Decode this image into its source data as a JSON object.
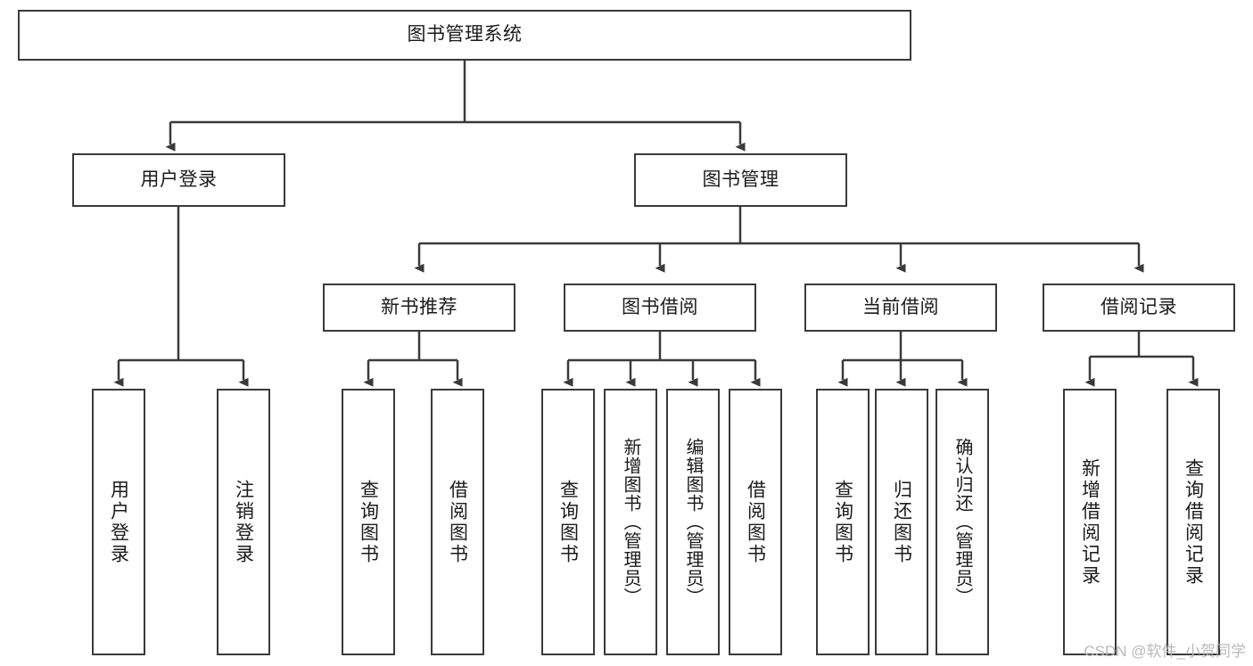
{
  "diagram": {
    "type": "tree-hierarchy-chart",
    "title": "图书管理系统",
    "stroke_color": "#3a3a3a",
    "background_color": "#ffffff",
    "text_color": "#1b1b1b",
    "levels": [
      {
        "level": 1,
        "nodes": [
          {
            "id": "root",
            "label": "图书管理系统",
            "orientation": "horizontal"
          }
        ]
      },
      {
        "level": 2,
        "nodes": [
          {
            "id": "login",
            "label": "用户登录",
            "orientation": "horizontal",
            "parent": "root"
          },
          {
            "id": "bookmgmt",
            "label": "图书管理",
            "orientation": "horizontal",
            "parent": "root"
          }
        ]
      },
      {
        "level": 3,
        "nodes": [
          {
            "id": "newbook",
            "label": "新书推荐",
            "orientation": "horizontal",
            "parent": "bookmgmt"
          },
          {
            "id": "borrow",
            "label": "图书借阅",
            "orientation": "horizontal",
            "parent": "bookmgmt"
          },
          {
            "id": "current",
            "label": "当前借阅",
            "orientation": "horizontal",
            "parent": "bookmgmt"
          },
          {
            "id": "records",
            "label": "借阅记录",
            "orientation": "horizontal",
            "parent": "bookmgmt"
          }
        ]
      },
      {
        "level": 4,
        "nodes": [
          {
            "id": "leaf-1",
            "label": "用户登录",
            "orientation": "vertical",
            "parent": "login"
          },
          {
            "id": "leaf-2",
            "label": "注销登录",
            "orientation": "vertical",
            "parent": "login"
          },
          {
            "id": "leaf-3",
            "label": "查询图书",
            "orientation": "vertical",
            "parent": "newbook"
          },
          {
            "id": "leaf-4",
            "label": "借阅图书",
            "orientation": "vertical",
            "parent": "newbook"
          },
          {
            "id": "leaf-5",
            "label": "查询图书",
            "orientation": "vertical",
            "parent": "borrow"
          },
          {
            "id": "leaf-6",
            "label": "新增图书（管理员）",
            "orientation": "vertical",
            "parent": "borrow"
          },
          {
            "id": "leaf-7",
            "label": "编辑图书（管理员）",
            "orientation": "vertical",
            "parent": "borrow"
          },
          {
            "id": "leaf-8",
            "label": "借阅图书",
            "orientation": "vertical",
            "parent": "borrow"
          },
          {
            "id": "leaf-9",
            "label": "查询图书",
            "orientation": "vertical",
            "parent": "current"
          },
          {
            "id": "leaf-10",
            "label": "归还图书",
            "orientation": "vertical",
            "parent": "current"
          },
          {
            "id": "leaf-11",
            "label": "确认归还（管理员）",
            "orientation": "vertical",
            "parent": "current"
          },
          {
            "id": "leaf-12",
            "label": "新增借阅记录",
            "orientation": "vertical",
            "parent": "records"
          },
          {
            "id": "leaf-13",
            "label": "查询借阅记录",
            "orientation": "vertical",
            "parent": "records"
          }
        ]
      }
    ]
  },
  "watermark": {
    "text": "CSDN @软件_小贺同学",
    "color": "#b9b9b9"
  }
}
